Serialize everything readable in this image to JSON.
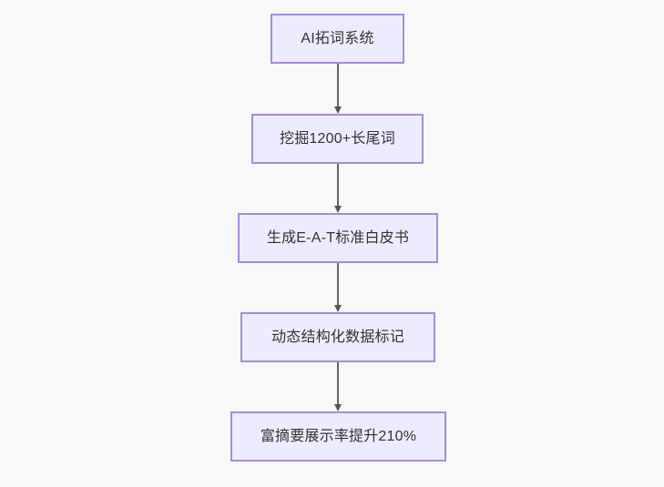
{
  "diagram": {
    "type": "flowchart",
    "orientation": "top-to-bottom",
    "background_color": "#f8f8f8",
    "node_fill_color": "#ececfe",
    "node_border_color": "#a78bda",
    "node_text_color": "#333333",
    "connector_color": "#666666",
    "nodes": [
      {
        "id": "node-1",
        "label": "AI拓词系统"
      },
      {
        "id": "node-2",
        "label": "挖掘1200+长尾词"
      },
      {
        "id": "node-3",
        "label": "生成E-A-T标准白皮书"
      },
      {
        "id": "node-4",
        "label": "动态结构化数据标记"
      },
      {
        "id": "node-5",
        "label": "富摘要展示率提升210%"
      }
    ],
    "edges": [
      {
        "id": "edge-1",
        "from": "node-1",
        "to": "node-2"
      },
      {
        "id": "edge-2",
        "from": "node-2",
        "to": "node-3"
      },
      {
        "id": "edge-3",
        "from": "node-3",
        "to": "node-4"
      },
      {
        "id": "edge-4",
        "from": "node-4",
        "to": "node-5"
      }
    ]
  }
}
